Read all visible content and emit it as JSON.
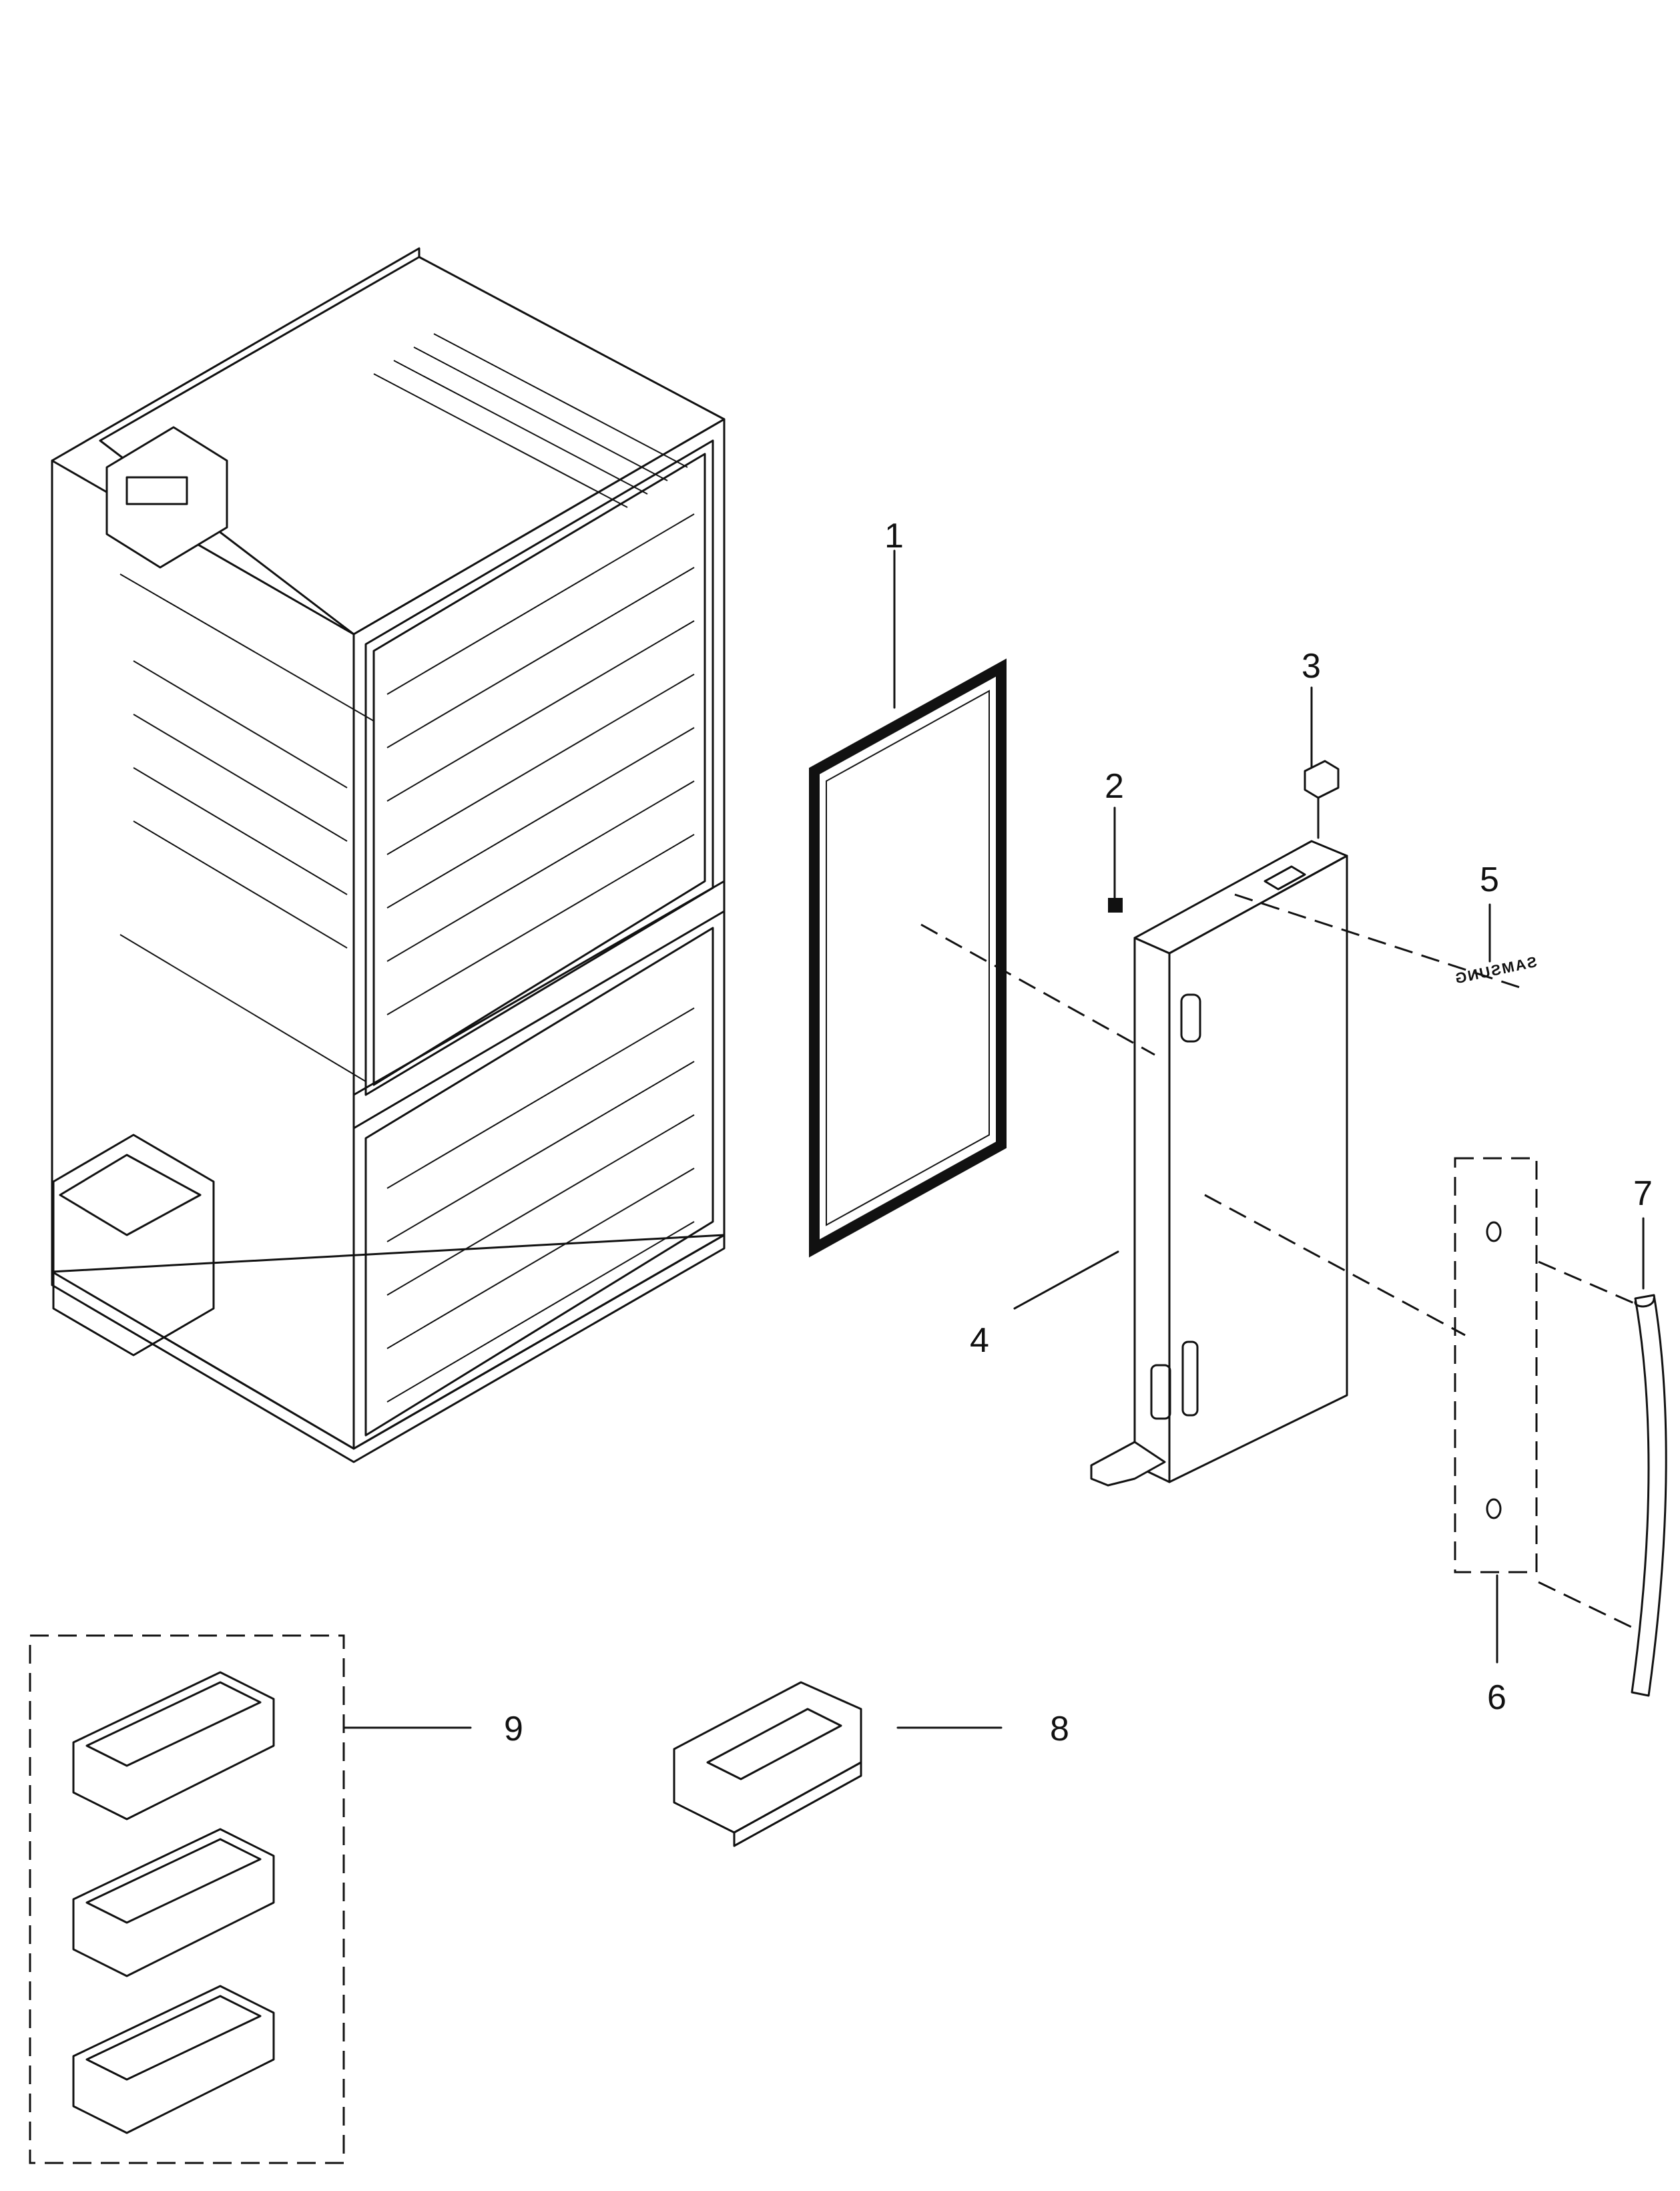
{
  "callouts": {
    "c1": "1",
    "c2": "2",
    "c3": "3",
    "c4": "4",
    "c5": "5",
    "c6": "6",
    "c7": "7",
    "c8": "8",
    "c9": "9"
  },
  "emblem_text": "SAMSUNG"
}
